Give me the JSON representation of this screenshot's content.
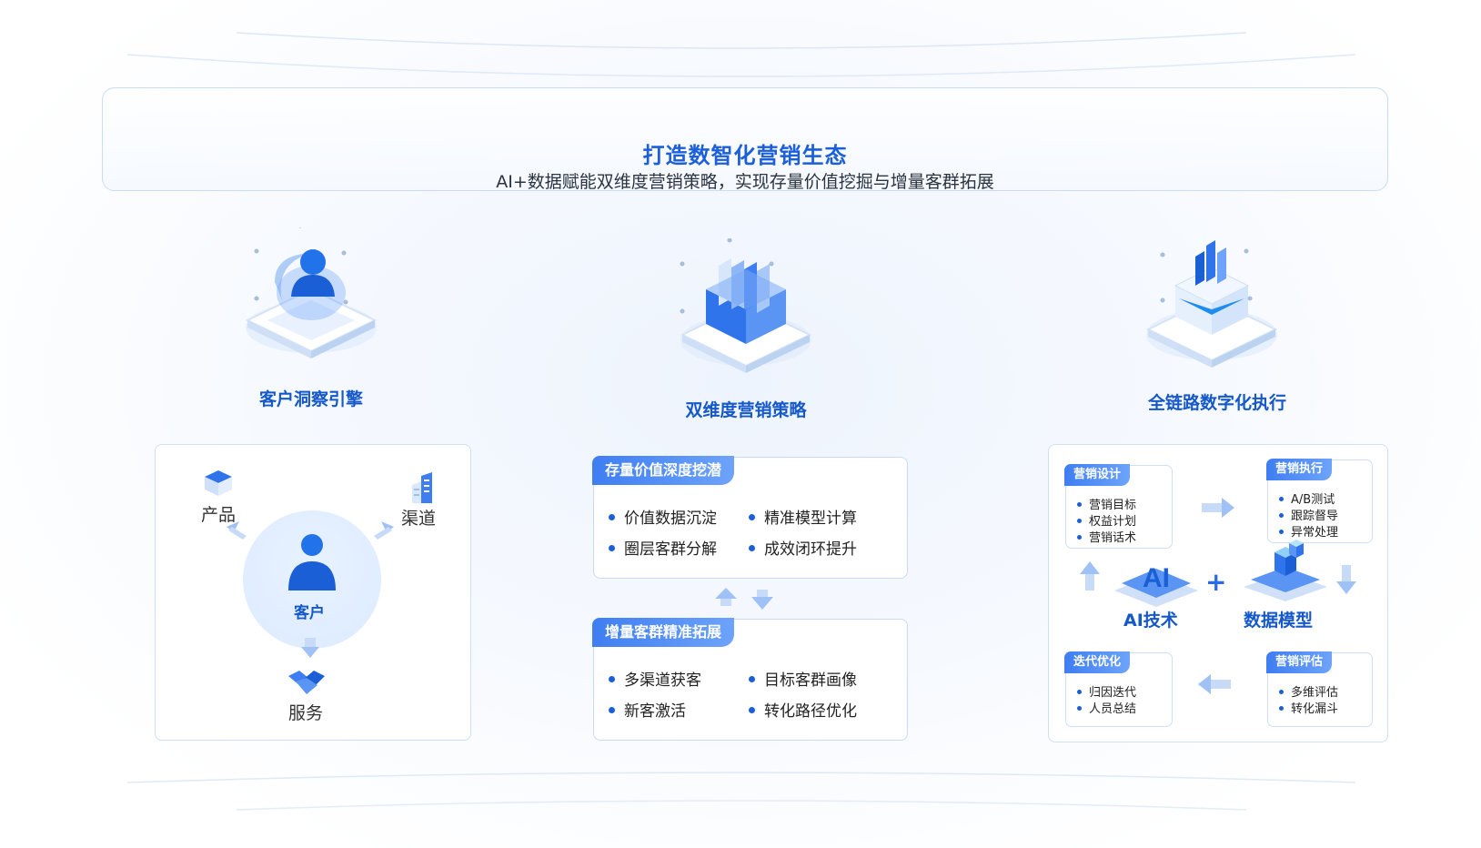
{
  "header": {
    "title": "打造数智化营销生态",
    "subtitle": "AI+数据赋能双维度营销策略，实现存量价值挖掘与增量客群拓展"
  },
  "pillars": [
    {
      "title": "客户洞察引擎",
      "icon": "customer-insight-icon"
    },
    {
      "title": "双维度营销策略",
      "icon": "document-stack-icon"
    },
    {
      "title": "全链路数字化执行",
      "icon": "bar-chart-cube-icon"
    }
  ],
  "left_panel": {
    "center": "客户",
    "nodes": {
      "product": "产品",
      "channel": "渠道",
      "service": "服务"
    }
  },
  "middle_panel": {
    "box1": {
      "tag": "存量价值深度挖潜",
      "items": [
        "价值数据沉淀",
        "精准模型计算",
        "圈层客群分解",
        "成效闭环提升"
      ]
    },
    "box2": {
      "tag": "增量客群精准拓展",
      "items": [
        "多渠道获客",
        "目标客群画像",
        "新客激活",
        "转化路径优化"
      ]
    }
  },
  "right_panel": {
    "design": {
      "tag": "营销设计",
      "items": [
        "营销目标",
        "权益计划",
        "营销话术"
      ]
    },
    "execute": {
      "tag": "营销执行",
      "items": [
        "A/B测试",
        "跟踪督导",
        "异常处理"
      ]
    },
    "iterate": {
      "tag": "迭代优化",
      "items": [
        "归因迭代",
        "人员总结"
      ]
    },
    "evaluate": {
      "tag": "营销评估",
      "items": [
        "多维评估",
        "转化漏斗"
      ]
    },
    "ai_label": "AI技术",
    "ai_glyph": "AI",
    "plus": "+",
    "model_label": "数据模型"
  },
  "colors": {
    "accent": "#1b5fd9",
    "tag_gradient_start": "#3f7ef2",
    "tag_gradient_end": "#6da3fa"
  }
}
